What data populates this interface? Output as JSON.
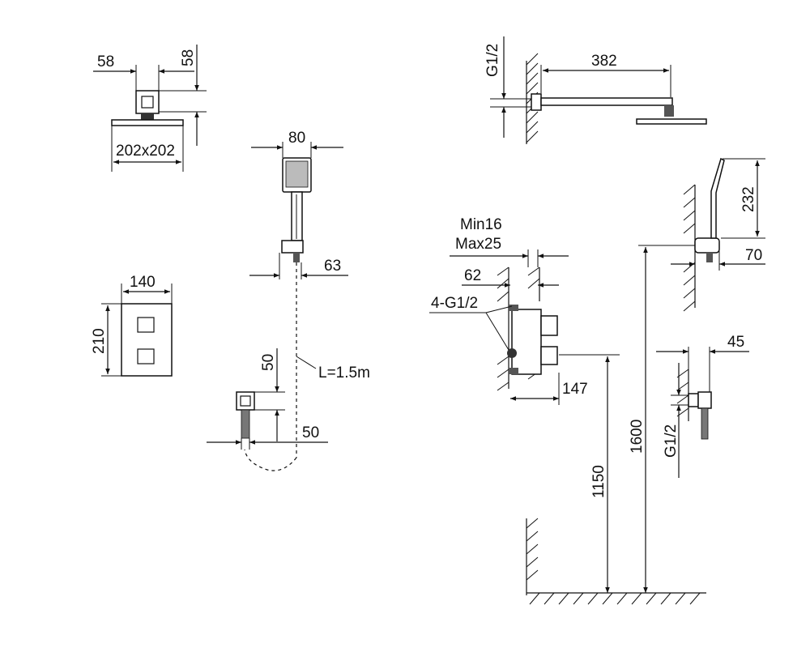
{
  "shower_head_top": {
    "dim_width": "58",
    "dim_height": "58",
    "dim_plate": "202x202"
  },
  "hand_shower": {
    "dim_width": "80",
    "dim_holder": "63"
  },
  "mixer_plate": {
    "dim_width": "140",
    "dim_height": "210"
  },
  "hose_outlet": {
    "dim_height": "50",
    "dim_width": "50",
    "hose_length": "L=1.5m"
  },
  "arm_view": {
    "thread": "G1/2",
    "arm_length": "382"
  },
  "valve_section": {
    "depth_min": "Min16",
    "depth_max": "Max25",
    "dim_62": "62",
    "ports": "4-G1/2",
    "dim_147": "147",
    "height_1150": "1150"
  },
  "rail_view": {
    "dim_232": "232",
    "dim_70": "70",
    "height_1600": "1600"
  },
  "outlet_side": {
    "dim_45": "45",
    "thread": "G1/2"
  }
}
